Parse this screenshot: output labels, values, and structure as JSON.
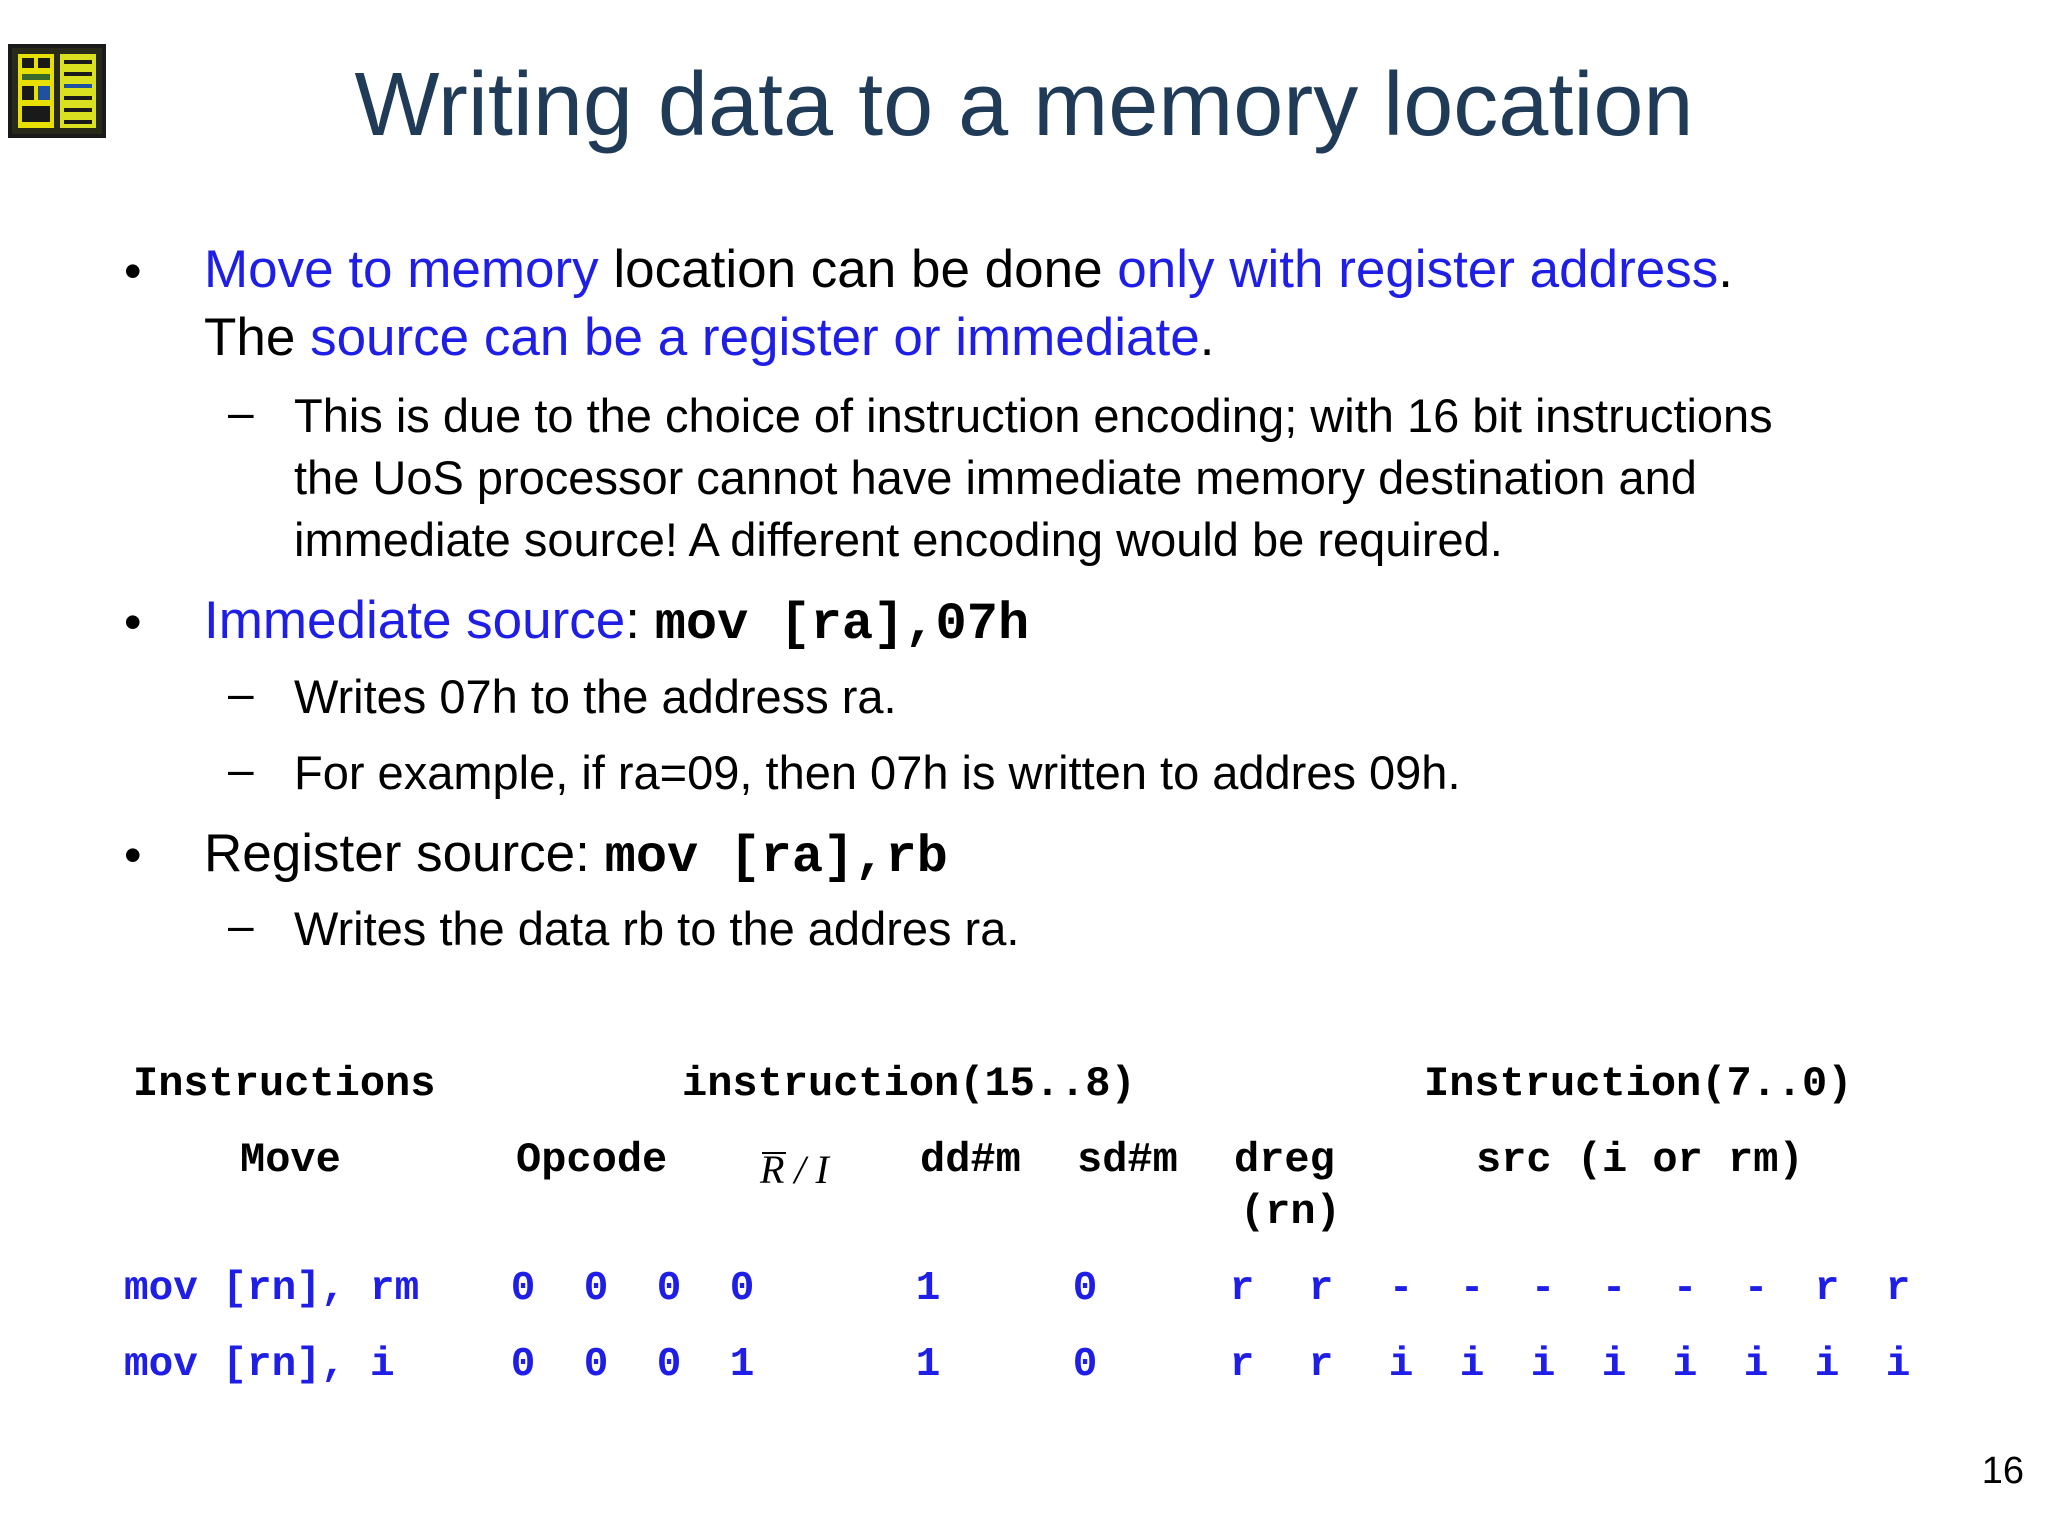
{
  "slide": {
    "title": "Writing data to a memory location",
    "page_number": "16",
    "logo_icon": "chip-logo-icon"
  },
  "bullets": {
    "b1": {
      "part1": "Move to memory",
      "part2": " location can be done ",
      "part3": "only with register address",
      "part4": ".",
      "line2_part1": "The ",
      "line2_part2": "source can be a register or immediate",
      "line2_part3": "."
    },
    "b1_sub": {
      "line1": "This is due to the choice of instruction encoding; with 16 bit instructions",
      "line2": "the UoS processor cannot have immediate memory destination and",
      "line3": "immediate source! A different encoding would be required."
    },
    "b2": {
      "label": "Immediate source",
      "colon": ": ",
      "code": "mov [ra],07h"
    },
    "b2_sub": {
      "s1": "Writes 07h to the address ra.",
      "s2": "For example, if ra=09, then 07h is written to addres 09h."
    },
    "b3": {
      "label": "Register source: ",
      "code": "mov [ra],rb"
    },
    "b3_sub": {
      "s1": "Writes the data rb to the addres ra."
    },
    "bullet_char": "•",
    "dash_char": "–"
  },
  "table": {
    "headers": {
      "instructions": "Instructions",
      "high": "instruction(15..8)",
      "low": "Instruction(7..0)"
    },
    "subheaders": {
      "move": "Move",
      "opcode": "Opcode",
      "ri": "R / I",
      "ddm": "dd#m",
      "sdm": "sd#m",
      "dreg_line1": "dreg",
      "dreg_line2": "(rn)",
      "src": "src (i or rm)"
    },
    "rows": [
      {
        "name": "mov [rn], rm",
        "opcode": [
          "0",
          "0",
          "0",
          "0"
        ],
        "ddm": "1",
        "sdm": "0",
        "low": [
          "r",
          "r",
          "-",
          "-",
          "-",
          "-",
          "-",
          "-",
          "r",
          "r"
        ]
      },
      {
        "name": "mov [rn], i",
        "opcode": [
          "0",
          "0",
          "0",
          "1"
        ],
        "ddm": "1",
        "sdm": "0",
        "low": [
          "r",
          "r",
          "i",
          "i",
          "i",
          "i",
          "i",
          "i",
          "i",
          "i"
        ]
      }
    ]
  },
  "colors": {
    "title": "#1f3b57",
    "highlight": "#1e1ee6",
    "text": "#000000"
  }
}
